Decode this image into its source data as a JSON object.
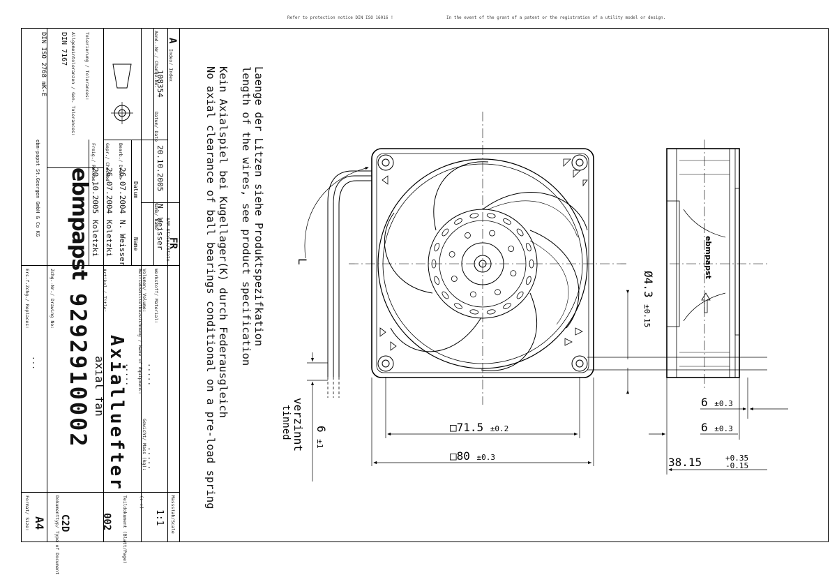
{
  "top_notes": {
    "left": "Refer to protection notice DIN ISO 16016 !",
    "right": "In the event of the grant of a patent or the registration of a utility model or design."
  },
  "notes": {
    "line1": "Laenge der Litzen siehe Produktspezifkation",
    "line2": "length of the wires, see product specification",
    "line3": "Kein Axialspiel bei Kugellager(K) durch Federausgleich",
    "line4": "No axial clearance of ball bearings conditional on a pre-load spring"
  },
  "dimensions": {
    "inner_square": "□71.5",
    "inner_square_tol": "±0.2",
    "outer_square": "□80",
    "outer_square_tol": "±0.3",
    "hole": "Ø4.3",
    "hole_tol": "±0.15",
    "wire_strip": "6",
    "wire_strip_tol": "±1",
    "wire_length": "L",
    "tinned_de": "verzinnt",
    "tinned_en": "tinned",
    "side_a": "6",
    "side_a_tol": "±0.3",
    "side_b": "6",
    "side_b_tol": "±0.3",
    "depth": "38.15",
    "depth_tol_plus": "+0.35",
    "depth_tol_minus": "-0.15"
  },
  "product_logo": "ebmpapst",
  "title_block": {
    "revision": "A",
    "index_label": "Index/ Index",
    "change_no_label": "Aend.-Nr./ Change-No.",
    "change_no": "108354",
    "date_label": "Datum/ Date",
    "date": "20.10.2005",
    "name_label": "Name/ Name",
    "name": "N. Weisser",
    "status_label": "SAP-Status/State",
    "status": "FR",
    "datum_head": "Datum",
    "name_head": "Name",
    "drawn_label": "Bearb./ Drawn",
    "drawn_date": "26.07.2004",
    "drawn_name": "N. Weisser",
    "checked_label": "Gepr./ Checked",
    "checked_date": "26.07.2004",
    "checked_name": "Koletzki",
    "released_label": "Freig./ Releas.",
    "released_date": "20.10.2005",
    "released_name": "Koletzki",
    "company_logo": "ebmpapst",
    "company": "ebm-papst St.Georgen GmbH & Co KG",
    "tolerance_label": "Tolerierung / Tolerances:",
    "din1": "DIN 7167",
    "din1_desc": "Allgemeintoleranzen / Gen. Tolerances:",
    "din2": "DIN ISO 2768 mK-E",
    "material_label": "Werkstoff/ Material:",
    "volume_label": "Volumen/ Volume:",
    "volume": ".....",
    "weight_label": "Gewicht/ Mass (kg):",
    "weight": ".....",
    "equipment_label": "Betriebsmittelbezeichnung / Name of Equipment:",
    "equipment": ".....",
    "article_label": "Artikel / Title:",
    "title_de": "Axialluefter",
    "title_en": "axial fan",
    "drawing_no_label": "Zchg.-Nr./ Drawing No:",
    "drawing_no": "9292910002",
    "replaces_label": "Ers.f.Zchg./ Replaces:",
    "replaces": "...",
    "scale_label": "Massstab/Scale",
    "scale": "1:1",
    "scale_sub": "(:-:)",
    "page_label": "Teildokument (Blatt/Page)",
    "page": "002",
    "doctype_label": "Dokumenttyp/ Type of Document",
    "doctype": "C2D",
    "format_label": "Format/ Size:",
    "format": "A4"
  }
}
